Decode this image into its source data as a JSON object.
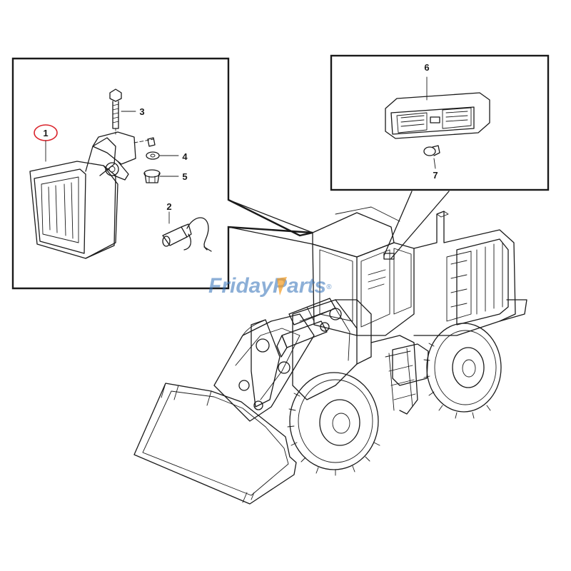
{
  "watermark": {
    "part1": "Friday",
    "part2": "Parts",
    "mark": "®"
  },
  "callouts": {
    "c1": "1",
    "c2": "2",
    "c3": "3",
    "c4": "4",
    "c5": "5",
    "c6": "6",
    "c7": "7"
  },
  "colors": {
    "line": "#1a1a1a",
    "highlight_circle": "#d9222a",
    "watermark_blue": "#2f6fb8",
    "watermark_orange": "#f39a1e"
  }
}
